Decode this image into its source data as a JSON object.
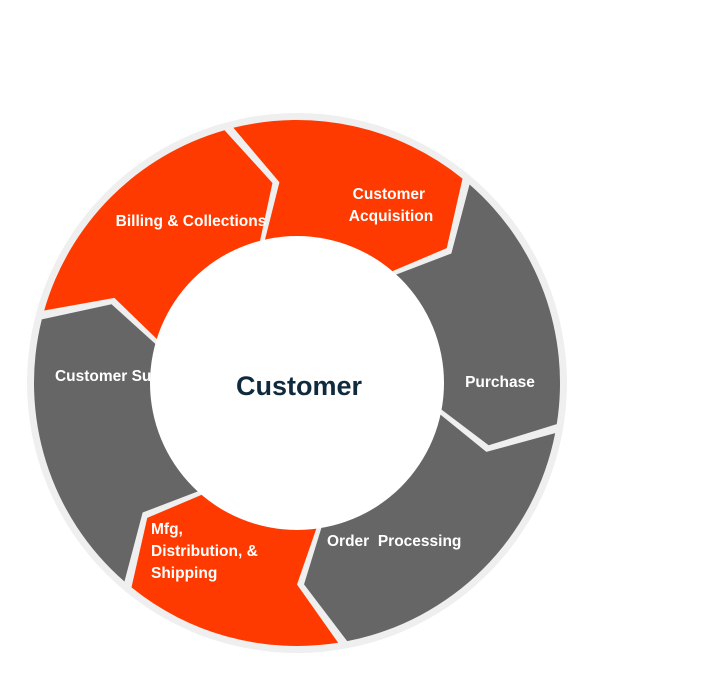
{
  "center": {
    "label": "Customer"
  },
  "segments": [
    {
      "lines": [
        "Customer",
        "Acquisition"
      ],
      "color": "#ff3a00"
    },
    {
      "lines": [
        "Purchase"
      ],
      "color": "#ff3a00"
    },
    {
      "lines": [
        "Order  Processing"
      ],
      "color": "#666666"
    },
    {
      "lines": [
        "Mfg,",
        "Distribution, &",
        "Shipping"
      ],
      "color": "#666666"
    },
    {
      "lines": [
        "Customer Support"
      ],
      "color": "#ff3a00"
    },
    {
      "lines": [
        "Billing & Collections"
      ],
      "color": "#666666"
    }
  ],
  "colors": {
    "ring_background": "#efefef",
    "center_fill": "#ffffff"
  }
}
